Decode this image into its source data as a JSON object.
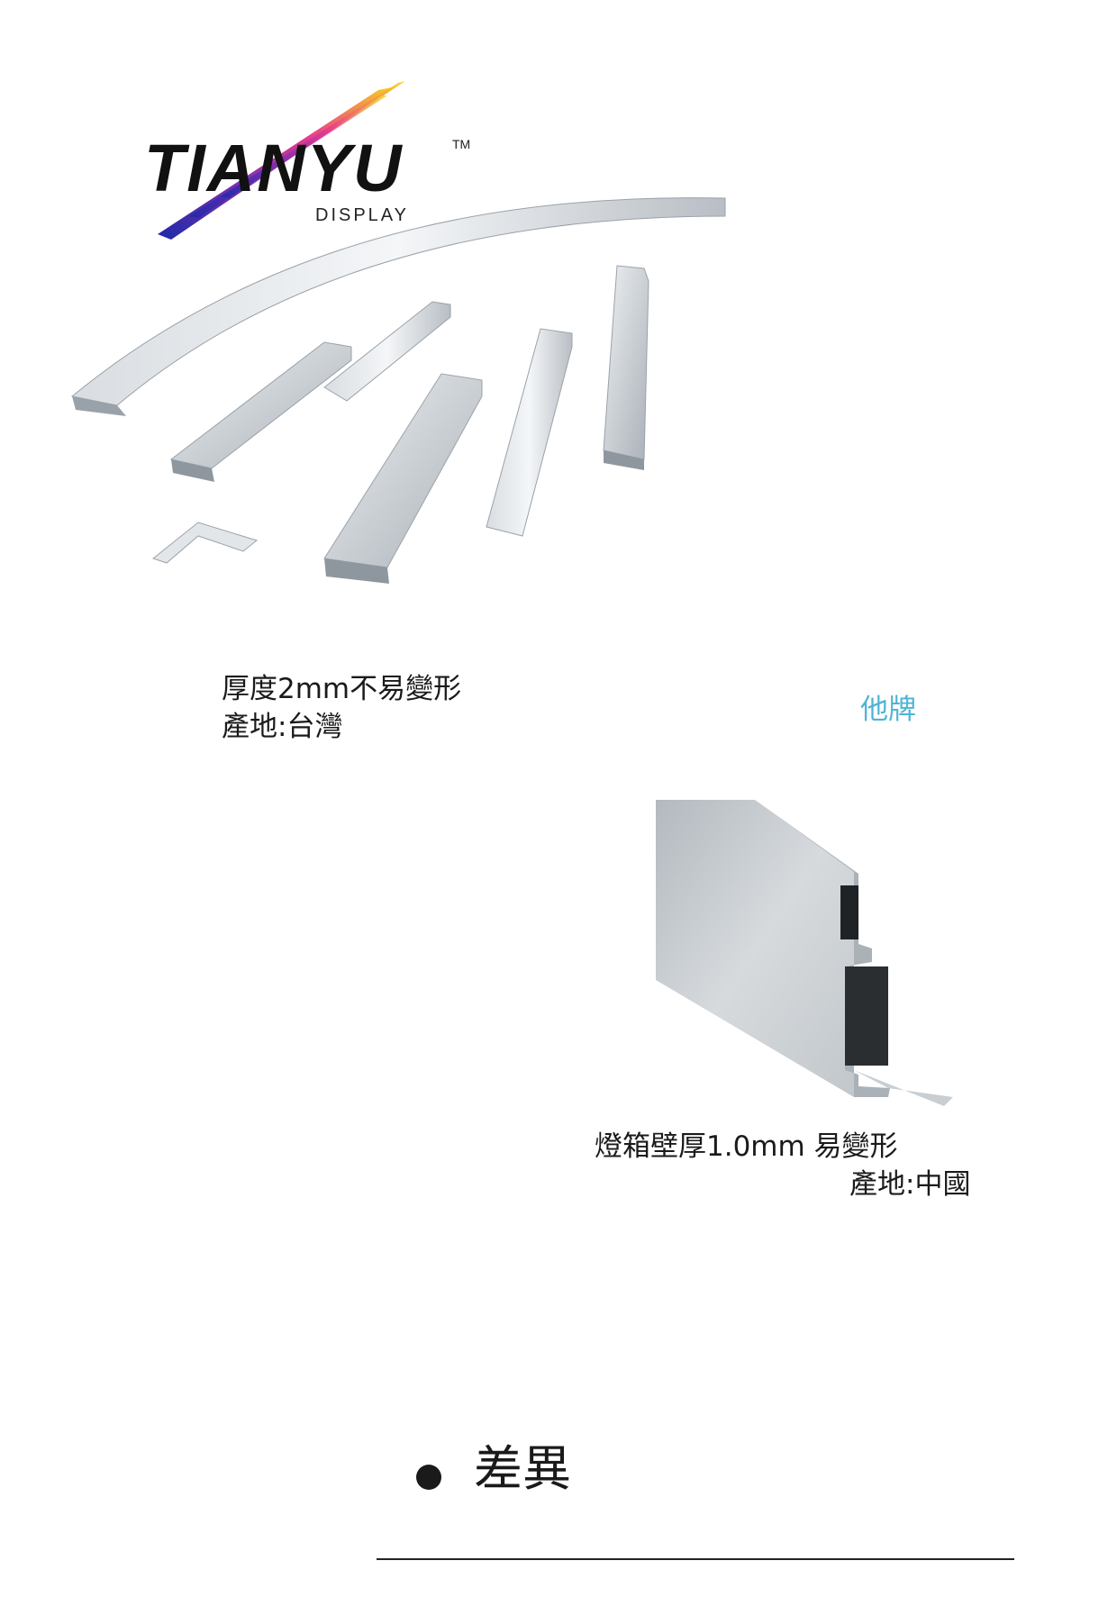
{
  "logo": {
    "wordmark": "TIANYU",
    "trademark": "TM",
    "subtitle": "DISPLAY",
    "colors": [
      "#f7d21c",
      "#e83a8e",
      "#7a2fb0",
      "#2a3bb7"
    ]
  },
  "left_product": {
    "caption_line1": "厚度2mm不易變形",
    "caption_line2": "產地:台灣"
  },
  "right_product": {
    "brand_tag": "他牌",
    "caption_line1": "燈箱壁厚1.0mm  易變形",
    "caption_line2": "產地:中國"
  },
  "section": {
    "title": "差異"
  },
  "colors": {
    "text": "#1a1a1a",
    "accent": "#4db4d6"
  }
}
